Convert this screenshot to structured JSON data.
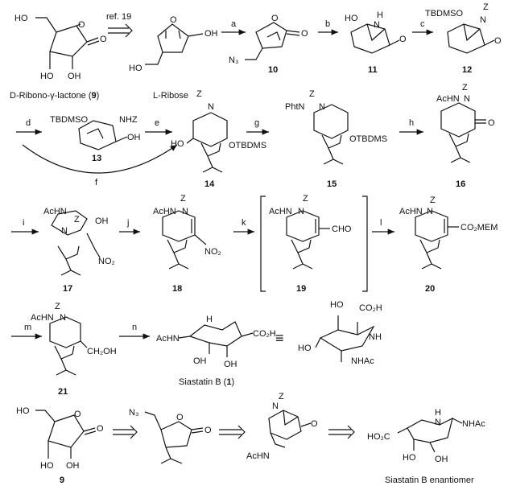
{
  "compounds": {
    "c9_top": {
      "label": "9",
      "caption_prefix": "D-Ribono-γ-lactone (",
      "caption_suffix": ")"
    },
    "ribose": {
      "caption": "L-Ribose"
    },
    "c10": {
      "label": "10"
    },
    "c11": {
      "label": "11"
    },
    "c12": {
      "label": "12"
    },
    "c13": {
      "label": "13"
    },
    "c14": {
      "label": "14"
    },
    "c15": {
      "label": "15"
    },
    "c16": {
      "label": "16"
    },
    "c17": {
      "label": "17"
    },
    "c18": {
      "label": "18"
    },
    "c19": {
      "label": "19"
    },
    "c20": {
      "label": "20"
    },
    "c21": {
      "label": "21"
    },
    "siastatin": {
      "caption_prefix": "Siastatin B (",
      "number": "1",
      "caption_suffix": ")"
    },
    "c9_bottom": {
      "label": "9"
    },
    "enantiomer": {
      "caption": "Siastatin B enantiomer"
    }
  },
  "steps": {
    "ref": "ref. 19",
    "a": "a",
    "b": "b",
    "c": "c",
    "d": "d",
    "e": "e",
    "f": "f",
    "g": "g",
    "h": "h",
    "i": "i",
    "j": "j",
    "k": "k",
    "l": "l",
    "m": "m",
    "n": "n"
  },
  "atoms": {
    "HO": "HO",
    "OH": "OH",
    "O": "O",
    "N3": "N₃",
    "H": "H",
    "N": "N",
    "Z": "Z",
    "TBDMSO": "TBDMSO",
    "NHZ": "NHZ",
    "OTBDMS": "OTBDMS",
    "PhtN": "PhtN",
    "AcHN": "AcHN",
    "NO2": "NO₂",
    "CHO": "CHO",
    "CO2MEM": "CO₂MEM",
    "CH2OH": "CH₂OH",
    "CO2H": "CO₂H",
    "HOOC": "HO₂C",
    "NHAc": "NHAc",
    "ZN": "ZN",
    "NH": "NH"
  },
  "equivalence_symbol": "≡"
}
